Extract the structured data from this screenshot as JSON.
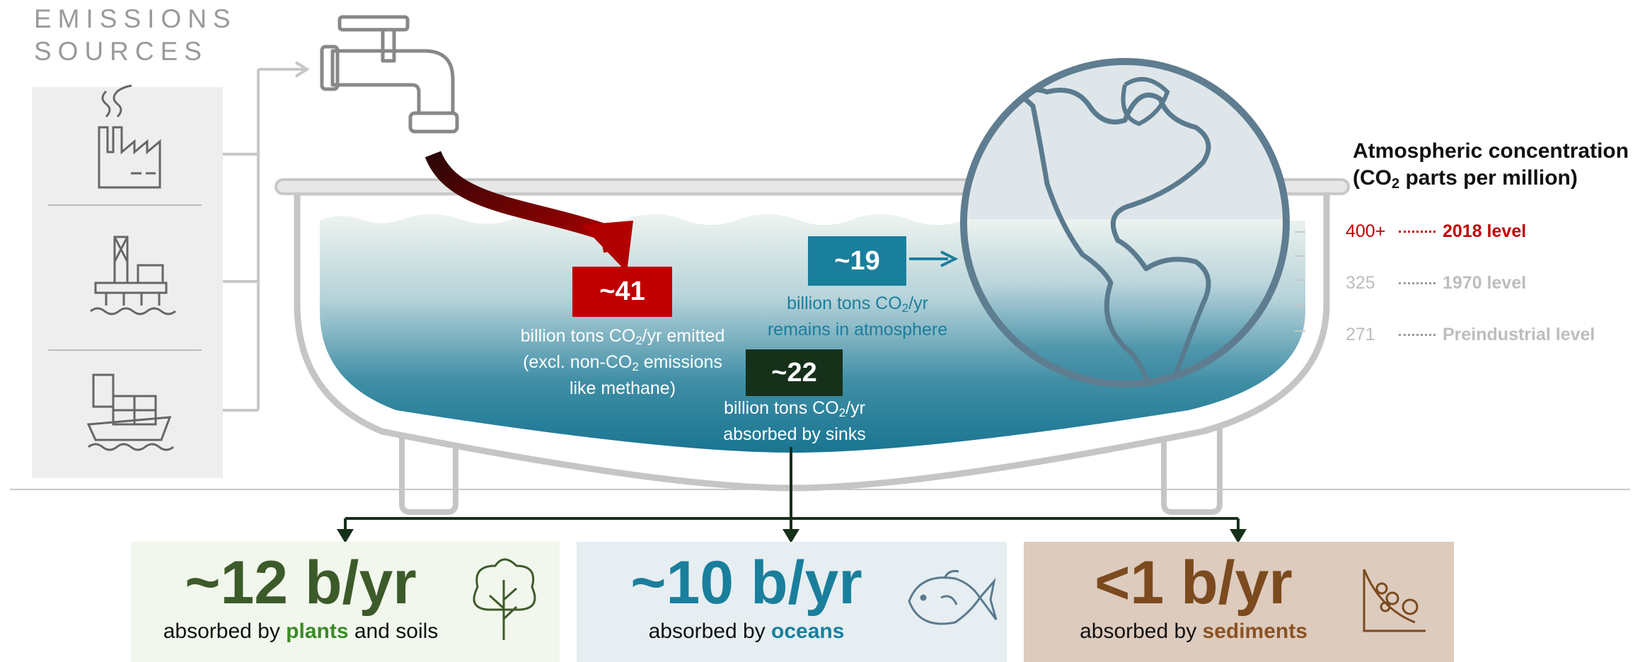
{
  "sources": {
    "title_line1": "EMISSIONS",
    "title_line2": "SOURCES",
    "icons": [
      "factory-icon",
      "oil-rig-icon",
      "cargo-ship-icon"
    ]
  },
  "emitted": {
    "value": "~41",
    "caption_line1_pre": "billion tons CO",
    "caption_line1_sub": "2",
    "caption_line1_post": "/yr emitted",
    "caption_line2_pre": "(excl. non-CO",
    "caption_line2_sub": "2",
    "caption_line2_post": " emissions",
    "caption_line3": "like methane)",
    "color": "#c00000"
  },
  "remains": {
    "value": "~19",
    "caption_line1_pre": "billion tons CO",
    "caption_line1_sub": "2",
    "caption_line1_post": "/yr",
    "caption_line2": "remains in atmosphere",
    "color": "#1a7f9c"
  },
  "absorbed": {
    "value": "~22",
    "caption_line1_pre": "billion tons CO",
    "caption_line1_sub": "2",
    "caption_line1_post": "/yr",
    "caption_line2": "absorbed by sinks",
    "color": "#16301a"
  },
  "atmosphere": {
    "title_line1": "Atmospheric concentration",
    "title_line2_pre": "(CO",
    "title_line2_sub": "2",
    "title_line2_post": " parts per million)",
    "levels": [
      {
        "value": "400+",
        "label": "2018 level",
        "color": "#c00000"
      },
      {
        "value": "325",
        "label": "1970 level",
        "color": "#bdbdbd"
      },
      {
        "value": "271",
        "label": "Preindustrial level",
        "color": "#bdbdbd"
      }
    ]
  },
  "sinks": [
    {
      "value": "~12 b/yr",
      "pre": "absorbed by ",
      "keyword": "plants",
      "post": " and soils",
      "color": "#3d5a2a",
      "bg": "#f1f7ec",
      "icon": "tree-icon"
    },
    {
      "value": "~10 b/yr",
      "pre": "absorbed by ",
      "keyword": "oceans",
      "post": "",
      "color": "#1a7f9c",
      "bg": "#e6eef2",
      "icon": "fish-icon"
    },
    {
      "value": "<1 b/yr",
      "pre": "absorbed by ",
      "keyword": "sediments",
      "post": "",
      "color": "#7b4a1e",
      "bg": "#ddcbbe",
      "icon": "rocks-icon"
    }
  ]
}
